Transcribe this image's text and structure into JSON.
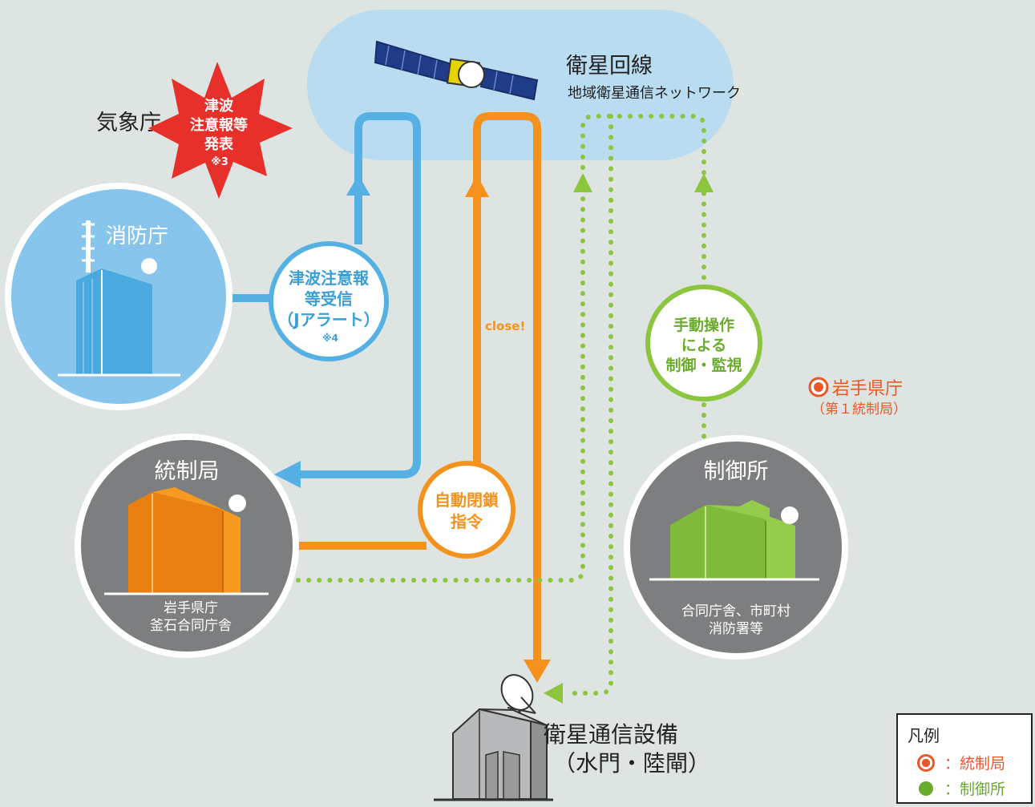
{
  "satellite": {
    "title": "衛星回線",
    "subtitle": "地域衛星通信ネットワーク"
  },
  "jma": {
    "label": "気象庁",
    "alert_lines": [
      "津波",
      "注意報等",
      "発表"
    ],
    "alert_note": "※3"
  },
  "fdma": {
    "label": "消防庁"
  },
  "jalert": {
    "lines": [
      "津波注意報",
      "等受信",
      "（Jアラート）"
    ],
    "note": "※4"
  },
  "control_station": {
    "label": "統制局",
    "caption_lines": [
      "岩手県庁",
      "釜石合同庁舎"
    ]
  },
  "auto_close": {
    "lines": [
      "自動閉鎖",
      "指令"
    ]
  },
  "close_label": "close!",
  "manual_op": {
    "lines": [
      "手動操作",
      "による",
      "制御・監視"
    ]
  },
  "control_office": {
    "label": "制御所",
    "caption_lines": [
      "合同庁舎、市町村",
      "消防署等"
    ]
  },
  "iwate": {
    "label": "岩手県庁",
    "sub": "（第１統制局）"
  },
  "facility": {
    "lines": [
      "衛星通信設備",
      "（水門・陸閘）"
    ]
  },
  "legend": {
    "title": "凡例",
    "items": [
      {
        "label": "：統制局",
        "color": "#e8592a"
      },
      {
        "label": "：制御所",
        "color": "#6aab2c"
      }
    ]
  },
  "colors": {
    "blue": "#55b0e3",
    "orange": "#f5921e",
    "green": "#8cc63f",
    "gray": "#7d7d7d",
    "red": "#e8302a"
  }
}
